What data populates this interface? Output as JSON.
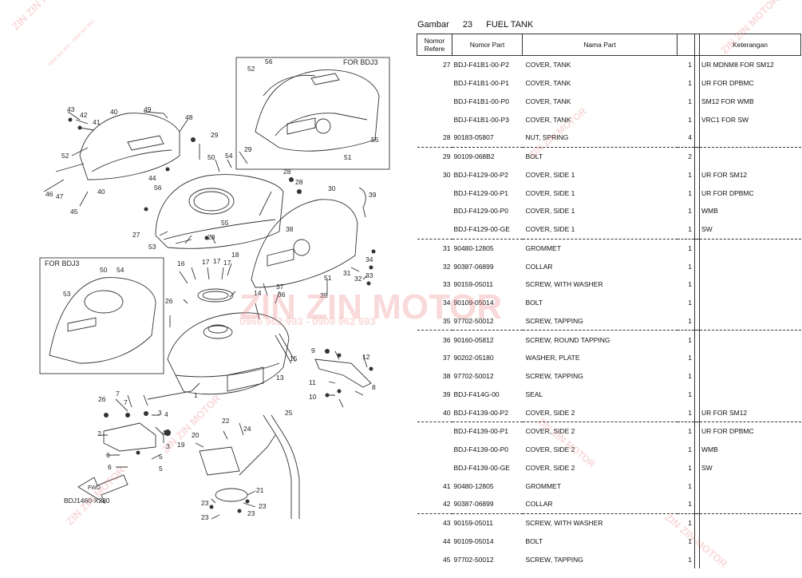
{
  "header": {
    "gambar_label": "Gambar",
    "figure_no": "23",
    "figure_title": "FUEL TANK"
  },
  "columns": {
    "ref": "Nomor Refere",
    "part": "Nomor Part",
    "name": "Nama Part",
    "note": "Keterangan"
  },
  "rows": [
    {
      "ref": "27",
      "part": "BDJ-F41B1-00-P2",
      "name": "COVER, TANK",
      "qty": "1",
      "note": "UR MDNM8 FOR SM12"
    },
    {
      "ref": "",
      "part": "BDJ-F41B1-00-P1",
      "name": "COVER, TANK",
      "qty": "1",
      "note": "UR FOR DPBMC"
    },
    {
      "ref": "",
      "part": "BDJ-F41B1-00-P0",
      "name": "COVER, TANK",
      "qty": "1",
      "note": "SM12 FOR WMB"
    },
    {
      "ref": "",
      "part": "BDJ-F41B1-00-P3",
      "name": "COVER, TANK",
      "qty": "1",
      "note": "VRC1 FOR SW"
    },
    {
      "ref": "28",
      "part": "90183-05807",
      "name": "NUT, SPRING",
      "qty": "4",
      "note": "",
      "end": true
    },
    {
      "ref": "29",
      "part": "90109-068B2",
      "name": "BOLT",
      "qty": "2",
      "note": ""
    },
    {
      "ref": "30",
      "part": "BDJ-F4129-00-P2",
      "name": "COVER, SIDE 1",
      "qty": "1",
      "note": "UR FOR SM12"
    },
    {
      "ref": "",
      "part": "BDJ-F4129-00-P1",
      "name": "COVER, SIDE 1",
      "qty": "1",
      "note": "UR FOR DPBMC"
    },
    {
      "ref": "",
      "part": "BDJ-F4129-00-P0",
      "name": "COVER, SIDE 1",
      "qty": "1",
      "note": "WMB"
    },
    {
      "ref": "",
      "part": "BDJ-F4129-00-GE",
      "name": "COVER, SIDE 1",
      "qty": "1",
      "note": "SW",
      "end": true
    },
    {
      "ref": "31",
      "part": "90480-12805",
      "name": "GROMMET",
      "qty": "1",
      "note": ""
    },
    {
      "ref": "32",
      "part": "90387-06899",
      "name": "COLLAR",
      "qty": "1",
      "note": ""
    },
    {
      "ref": "33",
      "part": "90159-05011",
      "name": "SCREW, WITH WASHER",
      "qty": "1",
      "note": ""
    },
    {
      "ref": "34",
      "part": "90109-05014",
      "name": "BOLT",
      "qty": "1",
      "note": ""
    },
    {
      "ref": "35",
      "part": "97702-50012",
      "name": "SCREW, TAPPING",
      "qty": "1",
      "note": "",
      "end": true
    },
    {
      "ref": "36",
      "part": "90160-05812",
      "name": "SCREW, ROUND TAPPING",
      "qty": "1",
      "note": ""
    },
    {
      "ref": "37",
      "part": "90202-05180",
      "name": "WASHER, PLATE",
      "qty": "1",
      "note": ""
    },
    {
      "ref": "38",
      "part": "97702-50012",
      "name": "SCREW, TAPPING",
      "qty": "1",
      "note": ""
    },
    {
      "ref": "39",
      "part": "BDJ-F414G-00",
      "name": "SEAL",
      "qty": "1",
      "note": ""
    },
    {
      "ref": "40",
      "part": "BDJ-F4139-00-P2",
      "name": "COVER, SIDE 2",
      "qty": "1",
      "note": "UR FOR SM12",
      "end": true
    },
    {
      "ref": "",
      "part": "BDJ-F4139-00-P1",
      "name": "COVER, SIDE 2",
      "qty": "1",
      "note": "UR FOR DPBMC"
    },
    {
      "ref": "",
      "part": "BDJ-F4139-00-P0",
      "name": "COVER, SIDE 2",
      "qty": "1",
      "note": "WMB"
    },
    {
      "ref": "",
      "part": "BDJ-F4139-00-GE",
      "name": "COVER, SIDE 2",
      "qty": "1",
      "note": "SW"
    },
    {
      "ref": "41",
      "part": "90480-12805",
      "name": "GROMMET",
      "qty": "1",
      "note": ""
    },
    {
      "ref": "42",
      "part": "90387-06899",
      "name": "COLLAR",
      "qty": "1",
      "note": "",
      "end": true
    },
    {
      "ref": "43",
      "part": "90159-05011",
      "name": "SCREW, WITH WASHER",
      "qty": "1",
      "note": ""
    },
    {
      "ref": "44",
      "part": "90109-05014",
      "name": "BOLT",
      "qty": "1",
      "note": ""
    },
    {
      "ref": "45",
      "part": "97702-50012",
      "name": "SCREW, TAPPING",
      "qty": "1",
      "note": ""
    }
  ],
  "diagram": {
    "inset_label_1": "FOR BDJ3",
    "inset_label_2": "FOR BDJ3",
    "fwd_label": "FWD",
    "drawing_code": "BDJ1460-X280",
    "callouts": [
      "1",
      "2",
      "3",
      "4",
      "5",
      "6",
      "7",
      "8",
      "9",
      "10",
      "11",
      "12",
      "13",
      "14",
      "15",
      "16",
      "17",
      "18",
      "19",
      "20",
      "21",
      "22",
      "23",
      "24",
      "25",
      "26",
      "27",
      "28",
      "29",
      "30",
      "31",
      "32",
      "33",
      "34",
      "35",
      "36",
      "37",
      "38",
      "39",
      "40",
      "41",
      "42",
      "43",
      "44",
      "45",
      "46",
      "47",
      "48",
      "49",
      "50",
      "51",
      "52",
      "53",
      "54",
      "55",
      "56"
    ]
  },
  "watermark": {
    "brand": "ZIN ZIN MOTOR",
    "phone": "0966 962 993 - 0909 962 993"
  },
  "colors": {
    "line": "#333333",
    "watermark": "#eb7878"
  }
}
